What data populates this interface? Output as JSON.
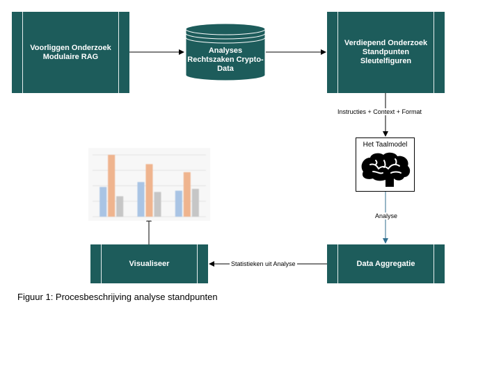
{
  "diagram": {
    "nodes": {
      "voorliggen": "Voorliggen Onderzoek\nModulaire RAG",
      "analyses_db": "Analyses\nRechtszaken Crypto-\nData",
      "verdiepend": "Verdiepend Onderzoek\nStandpunten\nSleutelfiguren",
      "taalmodel": "Het Taalmodel",
      "data_aggregatie": "Data Aggregatie",
      "visualiseer": "Visualiseer"
    },
    "edge_labels": {
      "instructies": "Instructies + Context + Format",
      "analyse": "Analyse",
      "statistieken": "Statistieken uit Analyse"
    },
    "caption": "Figuur 1: Procesbeschrijving analyse standpunten"
  },
  "chart_thumbnail": {
    "type": "bar",
    "groups": 3,
    "series_colors": [
      "#a9c4e4",
      "#efb48e",
      "#c6c6c6"
    ],
    "values": [
      [
        0.48,
        1.0,
        0.33
      ],
      [
        0.56,
        0.85,
        0.4
      ],
      [
        0.42,
        0.72,
        0.45
      ]
    ]
  },
  "colors": {
    "node_fill": "#1d5c5b",
    "node_text": "#ffffff",
    "edge": "#000000",
    "analyse_edge": "#2f6e8e"
  },
  "icons": {
    "brain": "brain-icon"
  }
}
